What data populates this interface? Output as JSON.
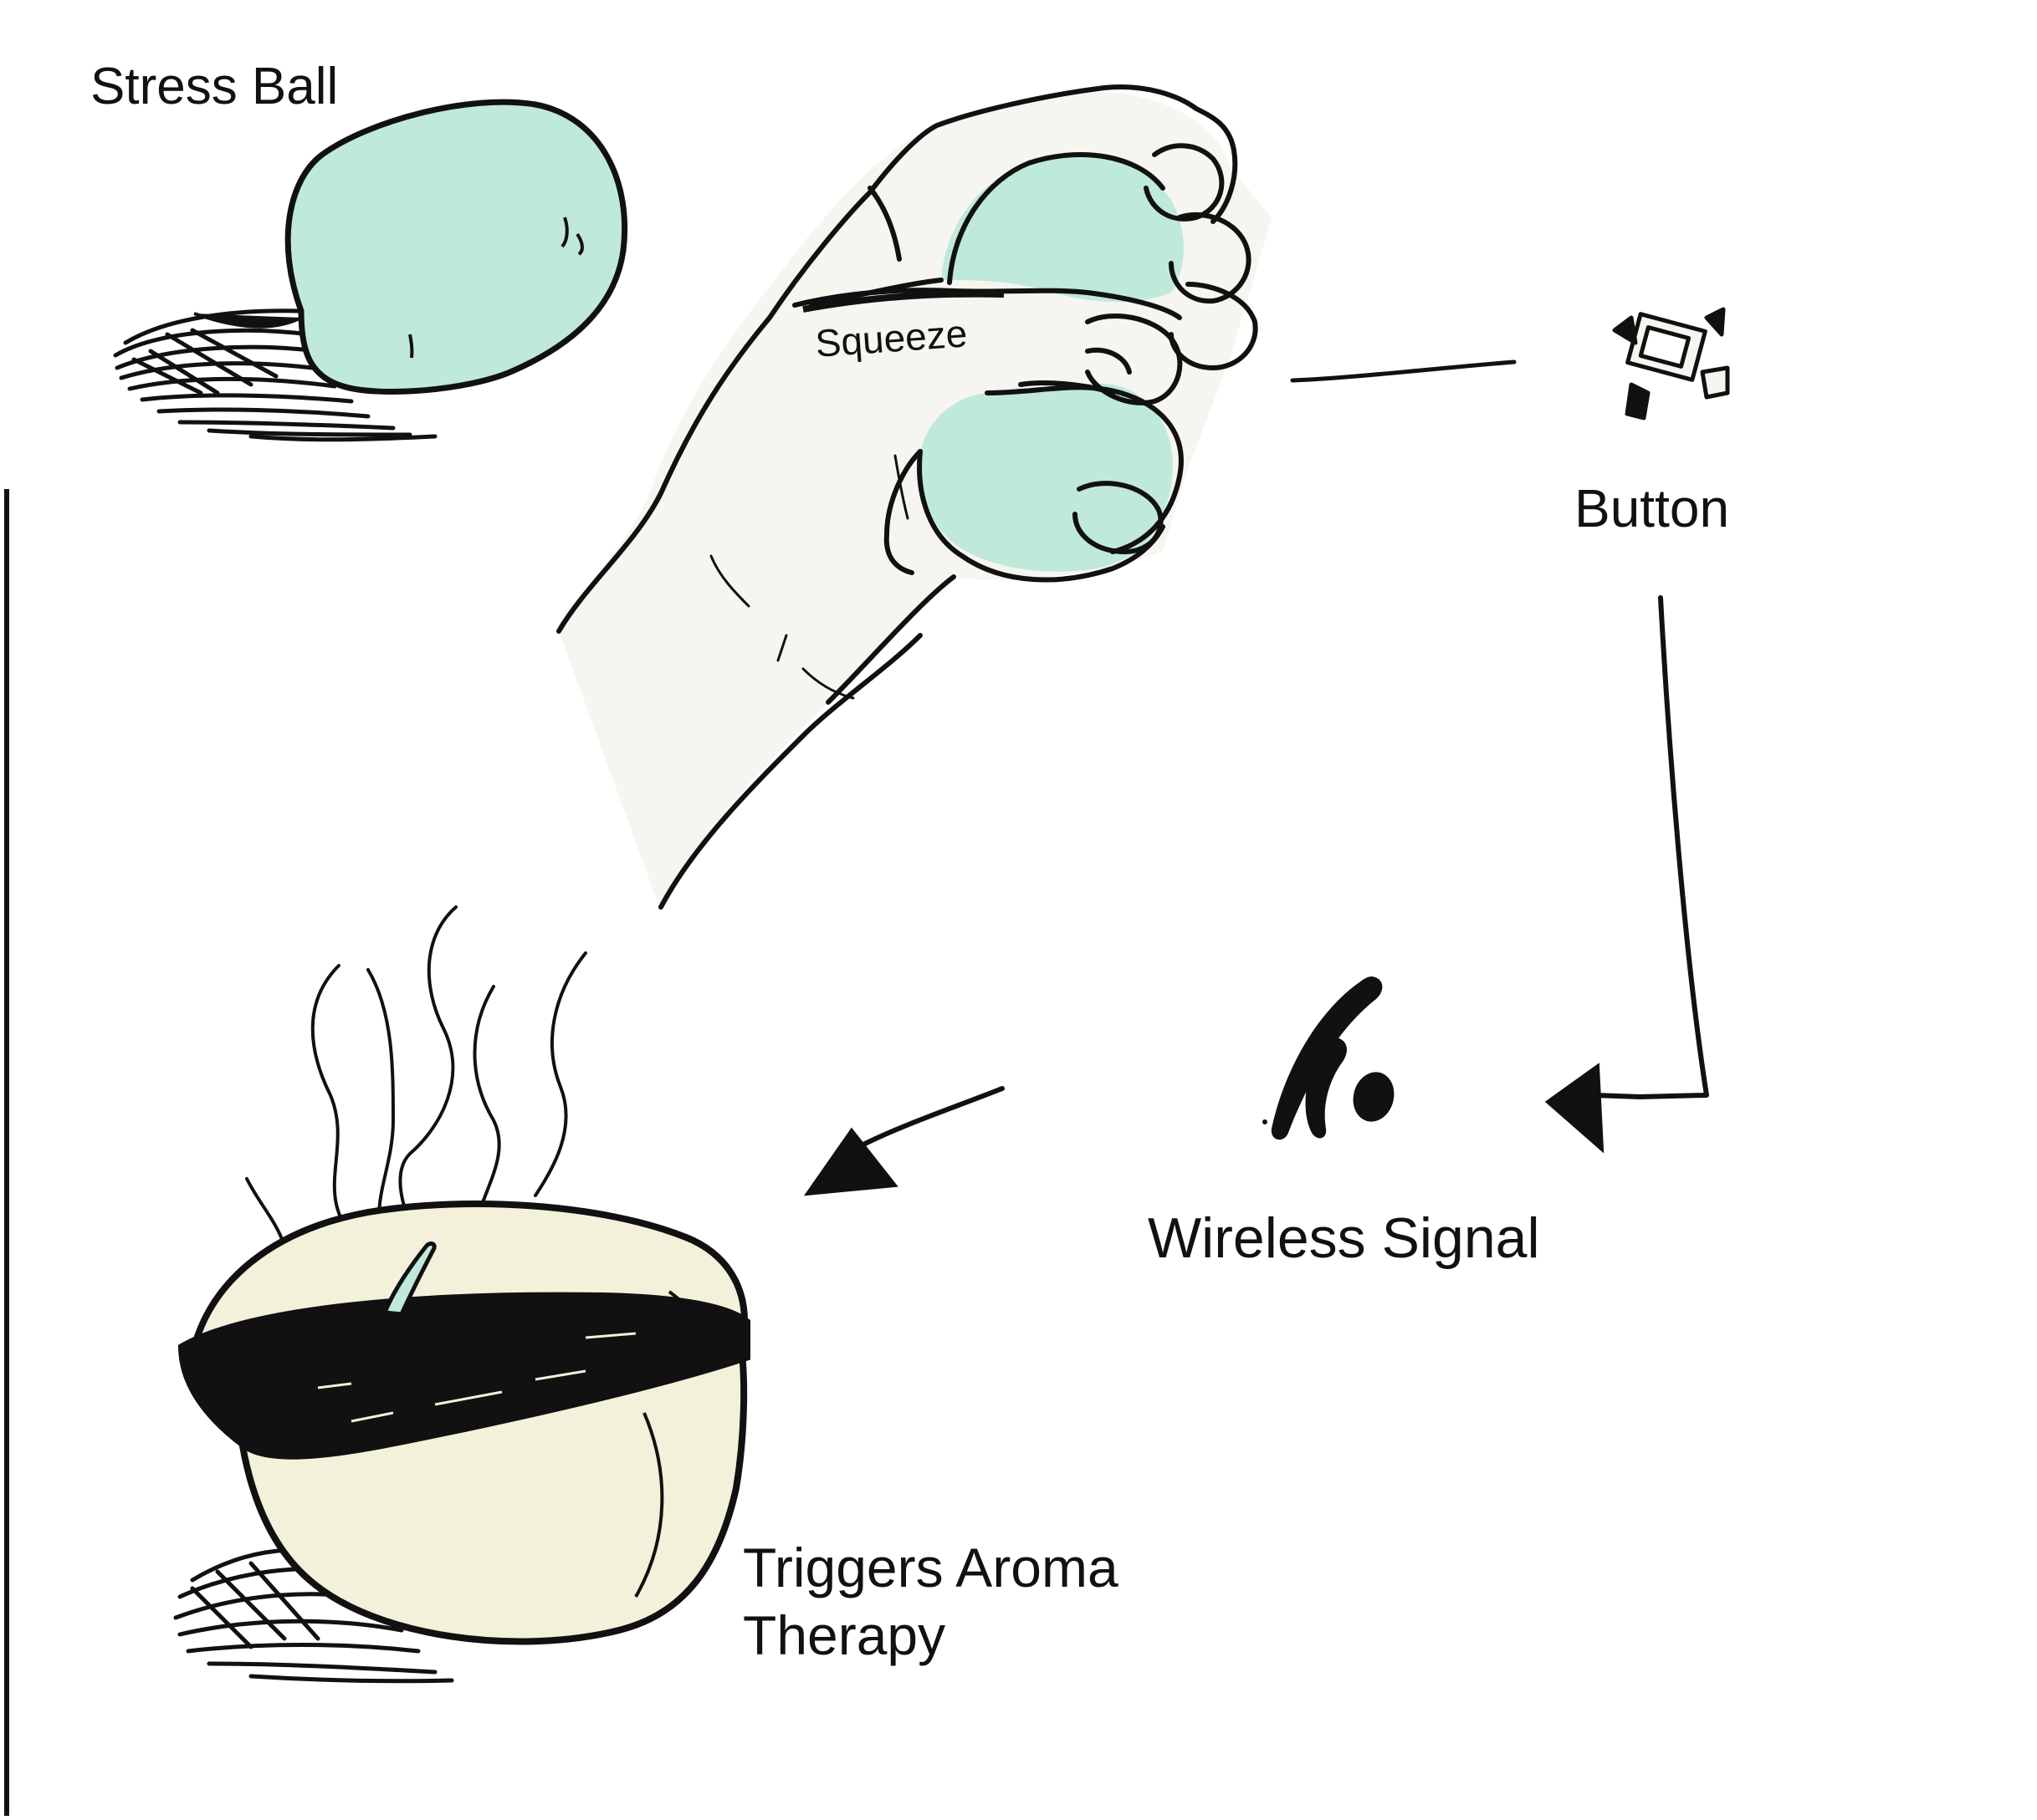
{
  "labels": {
    "stress_ball": "Stress Ball",
    "squeeze": "Squeeze",
    "button": "Button",
    "wireless_signal": "Wireless Signal",
    "aroma_line1": "Triggers Aroma",
    "aroma_line2": "Therapy"
  },
  "colors": {
    "ink": "#111111",
    "ball_fill": "#bfe9db",
    "skin_fill": "#f6f5ef",
    "diffuser_fill": "#f3f1d9",
    "background": "#ffffff"
  },
  "icons": [
    "stress-ball-icon",
    "squeezing-hand-icon",
    "button-component-icon",
    "wireless-signal-icon",
    "aroma-diffuser-icon",
    "arrow-icon"
  ]
}
